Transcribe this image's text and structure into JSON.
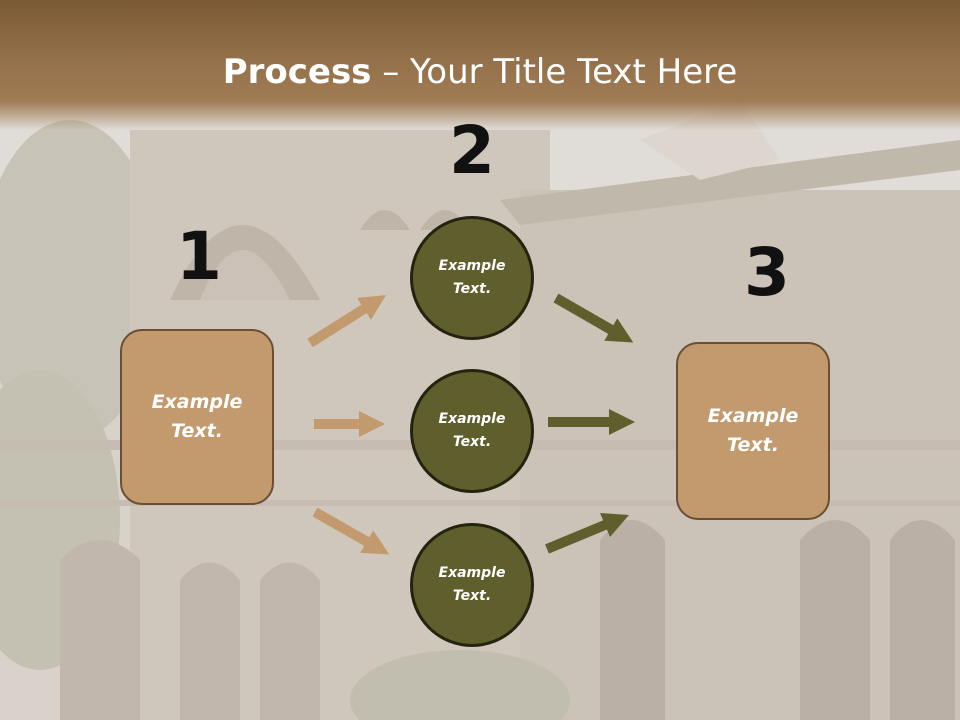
{
  "slide": {
    "title_bold": "Process",
    "title_rest": " – Your Title Text Here"
  },
  "steps": {
    "one": "1",
    "two": "2",
    "three": "3"
  },
  "left_box": {
    "line1": "Example",
    "line2": "Text."
  },
  "circles": [
    {
      "line1": "Example",
      "line2": "Text."
    },
    {
      "line1": "Example",
      "line2": "Text."
    },
    {
      "line1": "Example",
      "line2": "Text."
    }
  ],
  "right_box": {
    "line1": "Example",
    "line2": "Text."
  },
  "colors": {
    "box_fill": "#c39a6e",
    "circle_fill": "#5e5f2c",
    "arrow_tan": "#c39a6e",
    "arrow_olive": "#5e5f2c",
    "title_band": "#93704a"
  }
}
